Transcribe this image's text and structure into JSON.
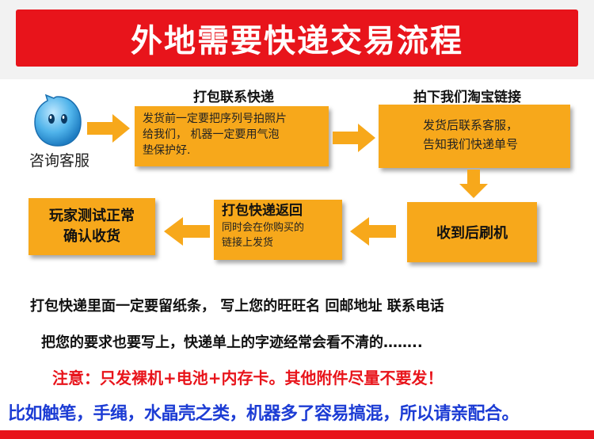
{
  "title": "外地需要快递交易流程",
  "start": {
    "icon": "chat-bubble-icon",
    "label": "咨询客服"
  },
  "steps": {
    "pack_label": "打包联系快递",
    "pack_text": [
      "发货前一定要把序列号拍照片",
      "给我们， 机器一定要用气泡",
      "垫保护好."
    ],
    "link_label": "拍下我们淘宝链接",
    "link_text": [
      "发货后联系客服，",
      "告知我们快递单号"
    ],
    "receive_text": "收到后刷机",
    "return_label": "打包快递返回",
    "return_text": [
      "同时会在你购买的",
      "链接上发货"
    ],
    "confirm_text": [
      "玩家测试正常",
      "确认收货"
    ]
  },
  "notes": {
    "line1": "打包快递里面一定要留纸条， 写上您的旺旺名 回邮地址 联系电话",
    "line2": "把您的要求也要写上，快递单上的字迹经常会看不清的……..",
    "line3": "注意：只发裸机+电池+内存卡。其他附件尽量不要发！",
    "line4": "比如触笔，手绳，水晶壳之类，机器多了容易搞混，所以请亲配合。"
  },
  "colors": {
    "accent_red": "#e8141b",
    "box_orange": "#f7a81b",
    "text_blue": "#1c3cd4"
  }
}
